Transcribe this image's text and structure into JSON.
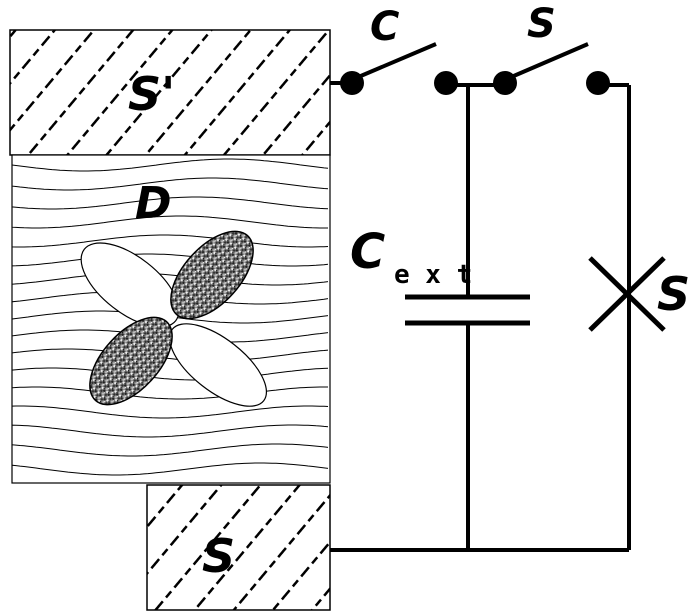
{
  "diagram": {
    "labels": {
      "electrode_top": "S'",
      "electrode_bottom": "S",
      "dielectric": "D",
      "switch_c": "C",
      "switch_s": "S",
      "capacitor": "C",
      "capacitor_sub": "e x t",
      "junction": "S"
    },
    "colors": {
      "line": "#000000",
      "background": "#ffffff",
      "blob_fill": "#6f6f6f"
    }
  }
}
